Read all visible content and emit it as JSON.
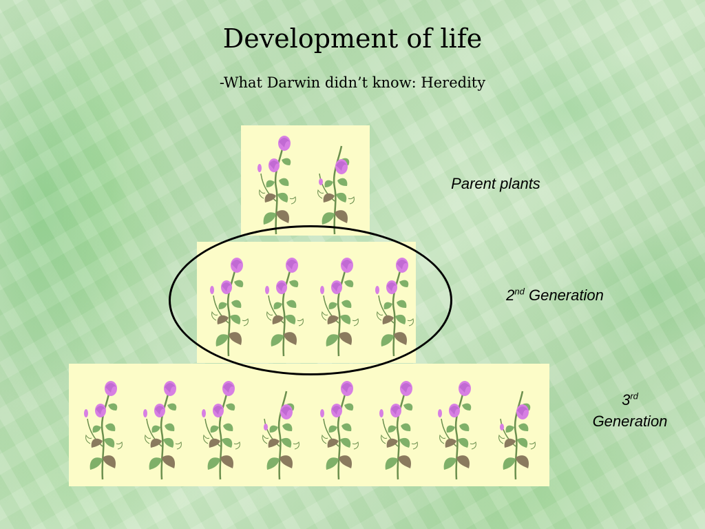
{
  "slide": {
    "title": "Development of life",
    "subtitle": "-What Darwin didn’t know: Heredity"
  },
  "generations": [
    {
      "base": "Parent plants",
      "sup": "",
      "rest": "",
      "plants": [
        "double",
        "single"
      ]
    },
    {
      "base": "2",
      "sup": "nd",
      "rest": " Generation",
      "plants": [
        "double",
        "double",
        "double",
        "double"
      ]
    },
    {
      "base": "3",
      "sup": "rd",
      "rest": "Generation",
      "plants": [
        "double",
        "double",
        "double",
        "single",
        "double",
        "double",
        "double",
        "single"
      ]
    }
  ],
  "colors": {
    "panel": "#fcfcc8",
    "flower": "#d77fe3",
    "flower_dark": "#b35bc8",
    "leaf": "#7fb069",
    "leaf_dark": "#8a7a5e",
    "stem": "#6b8f4e"
  }
}
